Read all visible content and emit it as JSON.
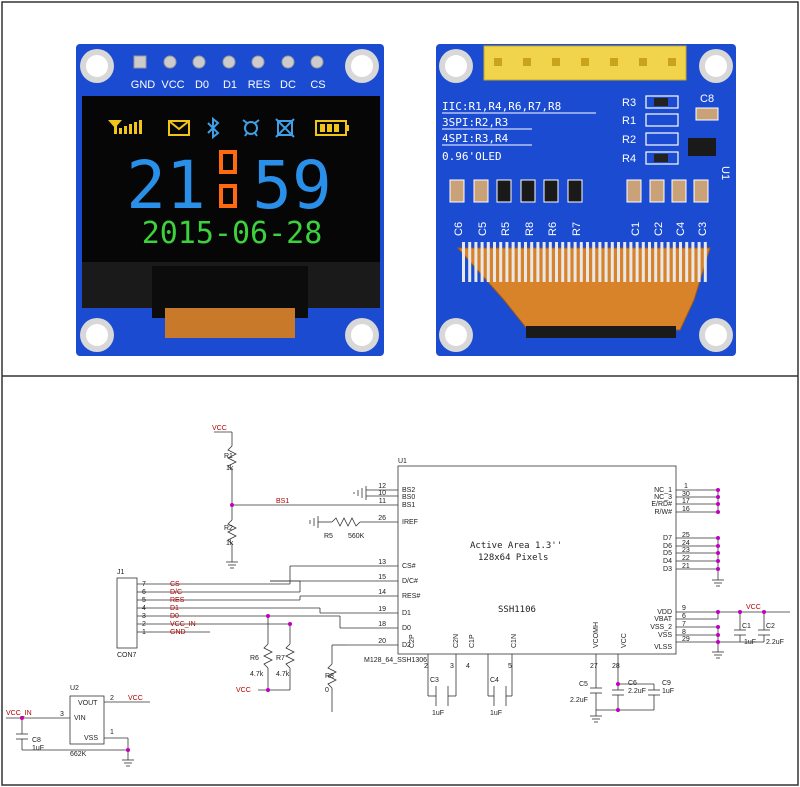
{
  "oled_front": {
    "pins": [
      "GND",
      "VCC",
      "D0",
      "D1",
      "RES",
      "DC",
      "CS"
    ],
    "time_hours": "21",
    "time_minutes": "59",
    "date": "2015-06-28"
  },
  "oled_back": {
    "info_lines": [
      "IIC:R1,R4,R6,R7,R8",
      "3SPI:R2,R3",
      "4SPI:R3,R4",
      "0.96'OLED"
    ],
    "resistor_labels": [
      "R3",
      "R1",
      "R2",
      "R4"
    ],
    "cap_c8": "C8",
    "chip_u1": "U1",
    "bottom_labels": [
      "C6",
      "C5",
      "R5",
      "R8",
      "R6",
      "R7",
      "C1",
      "C2",
      "C4",
      "C3"
    ]
  },
  "schematic": {
    "u1_ref": "U1",
    "u2_ref": "U2",
    "j1_ref": "J1",
    "con": "CON7",
    "active_area": "Active Area 1.3''",
    "pixels": "128x64 Pixels",
    "chip_name": "SSH1106",
    "footprint": "M128_64_SSH1306",
    "vcc": "VCC",
    "vcc_in": "VCC_IN",
    "bs1_net": "BS1",
    "r1": "R1",
    "r1_val": "1k",
    "r2": "R2",
    "r2_val": "1k",
    "r5": "R5",
    "r5_val": "560K",
    "r6": "R6",
    "r6_val": "4.7k",
    "r7": "R7",
    "r7_val": "4.7k",
    "r8": "R8",
    "r8_val": "0",
    "u1_left_pins": [
      {
        "num": "12",
        "name": "BS2"
      },
      {
        "num": "10",
        "name": "BS0"
      },
      {
        "num": "11",
        "name": "BS1"
      },
      {
        "num": "26",
        "name": "IREF"
      },
      {
        "num": "13",
        "name": "CS#"
      },
      {
        "num": "15",
        "name": "D/C#"
      },
      {
        "num": "14",
        "name": "RES#"
      },
      {
        "num": "19",
        "name": "D1"
      },
      {
        "num": "18",
        "name": "D0"
      },
      {
        "num": "20",
        "name": "D2"
      }
    ],
    "u1_right_top": [
      {
        "num": "1",
        "name": "NC_1"
      },
      {
        "num": "30",
        "name": "NC_3"
      },
      {
        "num": "17",
        "name": "E/RD#"
      },
      {
        "num": "16",
        "name": "R/W#"
      }
    ],
    "u1_right_data": [
      {
        "num": "25",
        "name": "D7"
      },
      {
        "num": "24",
        "name": "D6"
      },
      {
        "num": "23",
        "name": "D5"
      },
      {
        "num": "22",
        "name": "D4"
      },
      {
        "num": "21",
        "name": "D3"
      }
    ],
    "u1_right_power": [
      {
        "num": "9",
        "name": "VDD"
      },
      {
        "num": "6",
        "name": "VBAT"
      },
      {
        "num": "7",
        "name": "VSS_2"
      },
      {
        "num": "8",
        "name": "VSS"
      },
      {
        "num": "29",
        "name": "VLSS"
      }
    ],
    "u1_bottom_pins": [
      {
        "num": "2",
        "name": "C2P"
      },
      {
        "num": "3",
        "name": "C2N"
      },
      {
        "num": "4",
        "name": "C1P"
      },
      {
        "num": "5",
        "name": "C1N"
      },
      {
        "num": "27",
        "name": "VCOMH"
      },
      {
        "num": "28",
        "name": "VCC"
      }
    ],
    "j1_pins": [
      {
        "num": "7",
        "name": "CS"
      },
      {
        "num": "6",
        "name": "D/C"
      },
      {
        "num": "5",
        "name": "RES"
      },
      {
        "num": "4",
        "name": "D1"
      },
      {
        "num": "3",
        "name": "D0"
      },
      {
        "num": "2",
        "name": "VCC_IN"
      },
      {
        "num": "1",
        "name": "GND"
      }
    ],
    "caps": {
      "c1": "C1",
      "c1_val": "1uF",
      "c2": "C2",
      "c2_val": "2.2uF",
      "c3": "C3",
      "c3_val": "1uF",
      "c4": "C4",
      "c4_val": "1uF",
      "c5": "C5",
      "c5_val": "2.2uF",
      "c6": "C6",
      "c6_val": "2.2uF",
      "c9": "C9",
      "c9_val": "1uF",
      "c8": "C8",
      "c8_val": "1uF"
    },
    "u2_pins": [
      {
        "num": "2",
        "name": "VOUT"
      },
      {
        "num": "3",
        "name": "VIN"
      },
      {
        "num": "1",
        "name": "VSS"
      }
    ],
    "u2_part": "662K"
  }
}
